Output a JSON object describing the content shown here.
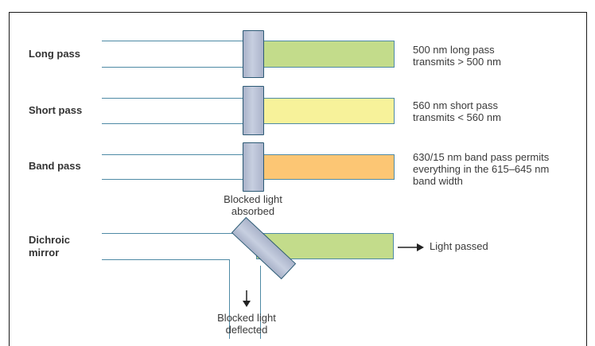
{
  "filters": [
    {
      "name": "Long pass",
      "description_line1": "500 nm long pass",
      "description_line2": "transmits > 500 nm",
      "color": "#c3dc8b"
    },
    {
      "name": "Short pass",
      "description_line1": "560 nm short pass",
      "description_line2": "transmits < 560 nm",
      "color": "#f7f29a"
    },
    {
      "name": "Band pass",
      "description_line1": "630/15 nm band pass permits",
      "description_line2": "everything in the 615–645 nm",
      "description_line3": "band width",
      "color": "#fcc674"
    }
  ],
  "absorbed_label_line1": "Blocked light",
  "absorbed_label_line2": "absorbed",
  "dichroic": {
    "label_line1": "Dichroic",
    "label_line2": "mirror",
    "passed_label": "Light passed",
    "deflected_label_line1": "Blocked light",
    "deflected_label_line2": "deflected",
    "color": "#c3dc8b"
  },
  "colors": {
    "beam_line": "#4e8aa5",
    "filter_glass": "#b6bfd4",
    "filter_border": "#2c5a75"
  }
}
